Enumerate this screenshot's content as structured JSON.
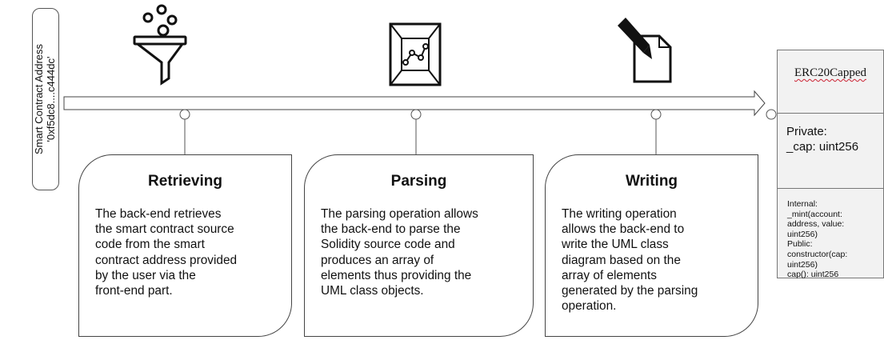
{
  "input": {
    "label": "Smart Contract Address",
    "value": "'0xf5dc8....c444dc'"
  },
  "steps": [
    {
      "title": "Retrieving",
      "icon": "funnel-icon",
      "description": "The back-end retrieves\nthe smart contract source\ncode from the smart\ncontract address provided\nby the user via the\nfront-end part."
    },
    {
      "title": "Parsing",
      "icon": "chart-box-icon",
      "description": "The parsing operation allows\nthe back-end to parse the\nSolidity source code and\nproduces an array of\nelements thus providing the\nUML class objects."
    },
    {
      "title": "Writing",
      "icon": "pencil-document-icon",
      "description": "The writing operation\nallows the back-end to\nwrite the UML class\ndiagram based on the\narray of elements\ngenerated by the parsing\noperation."
    }
  ],
  "uml_class": {
    "name": "ERC20Capped",
    "private": "Private:\n_cap: uint256",
    "other": "Internal:\n   _mint(account:\naddress, value:\nuint256)\nPublic:\n   constructor(cap:\nuint256)\n   cap(): uint256"
  }
}
